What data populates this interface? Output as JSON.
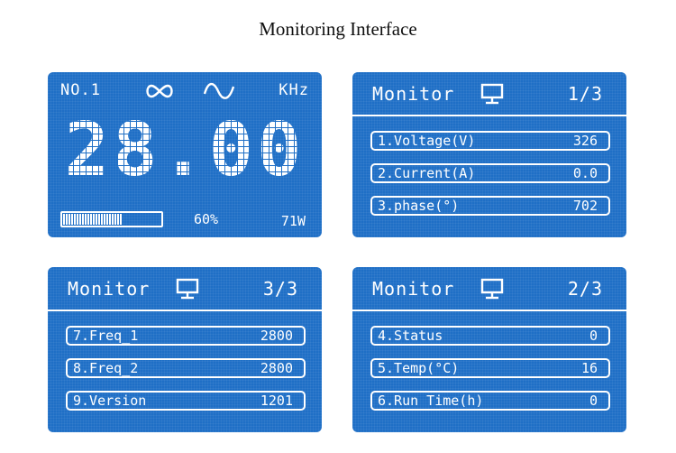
{
  "page": {
    "title": "Monitoring Interface"
  },
  "main_display": {
    "channel": "NO.1",
    "unit": "KHz",
    "frequency": "28.00",
    "progress_label": "60%",
    "progress_value": 0.6,
    "power": "71W"
  },
  "monitor_1": {
    "title": "Monitor",
    "page": "1/3",
    "rows": [
      {
        "label": "1.Voltage(V)",
        "value": "326"
      },
      {
        "label": "2.Current(A)",
        "value": "0.0"
      },
      {
        "label": "3.phase(°)",
        "value": "702"
      }
    ]
  },
  "monitor_3": {
    "title": "Monitor",
    "page": "3/3",
    "rows": [
      {
        "label": "7.Freq_1",
        "value": "2800"
      },
      {
        "label": "8.Freq_2",
        "value": "2800"
      },
      {
        "label": "9.Version",
        "value": "1201"
      }
    ]
  },
  "monitor_2": {
    "title": "Monitor",
    "page": "2/3",
    "rows": [
      {
        "label": "4.Status",
        "value": "0"
      },
      {
        "label": "5.Temp(°C)",
        "value": "16"
      },
      {
        "label": "6.Run Time(h)",
        "value": "0"
      }
    ]
  },
  "icons": {
    "mode": "infinity-icon",
    "waveform": "sine-wave-icon",
    "monitor": "monitor-icon"
  },
  "colors": {
    "panel": "#1f6fc6",
    "foreground": "#ffffff"
  }
}
